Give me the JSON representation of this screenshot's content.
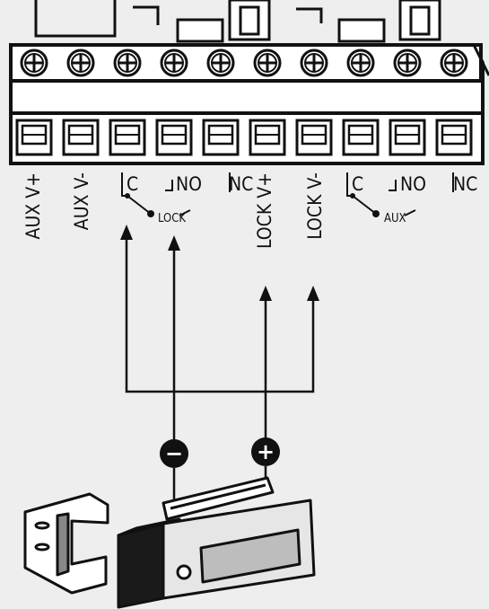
{
  "terminals": {
    "aux_v_plus": "AUX V+",
    "aux_v_minus": "AUX V-",
    "lock_c": "C",
    "lock_no": "NO",
    "lock_nc": "NC",
    "lock_group": "LOCK",
    "lock_v_plus": "LOCK V+",
    "lock_v_minus": "LOCK V-",
    "aux_c": "C",
    "aux_no": "NO",
    "aux_nc": "NC",
    "aux_group": "AUX"
  },
  "lock_device": {
    "negative_symbol": "−",
    "positive_symbol": "+"
  },
  "colors": {
    "line": "#111111",
    "background": "#eeeeee",
    "block_fill": "#ffffff",
    "lock_body": "#e6e6e6",
    "lock_end": "#1a1a1a"
  }
}
